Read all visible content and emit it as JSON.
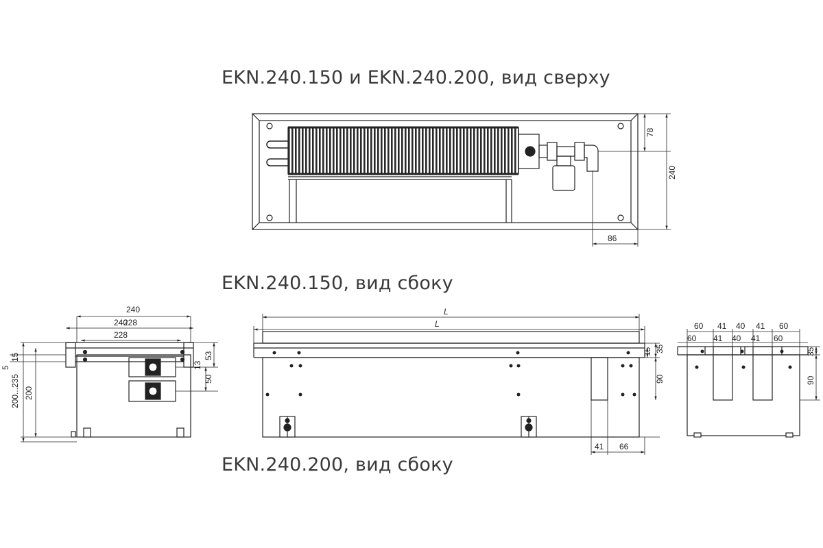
{
  "captions": {
    "top_view": "EKN.240.150 и EKN.240.200, вид сверху",
    "side_view_150": "EKN.240.150, вид сбоку",
    "side_view_200": "EKN.240.200, вид сбоку"
  },
  "top_view_dims": {
    "right_upper": "78",
    "right_total": "240",
    "bottom": "86"
  },
  "cross_section_dims": {
    "width_total": "240",
    "width_mid_a": "240",
    "width_mid_b": "228",
    "width_inner": "228",
    "height_range": "200...235",
    "height": "200",
    "small_a": "5",
    "small_b": "15",
    "right_a": "53",
    "right_b": "13",
    "right_c": "50"
  },
  "length_view_dims": {
    "length_outer": "L",
    "length_inner": "L",
    "r35": "35",
    "r15": "15",
    "r90": "90",
    "b41": "41",
    "b66": "66"
  },
  "end_view_dims": {
    "top": [
      "60",
      "41",
      "40",
      "41",
      "60"
    ],
    "second": [
      "60",
      "41",
      "40",
      "41",
      "60"
    ],
    "r35": "35",
    "r90": "90"
  }
}
